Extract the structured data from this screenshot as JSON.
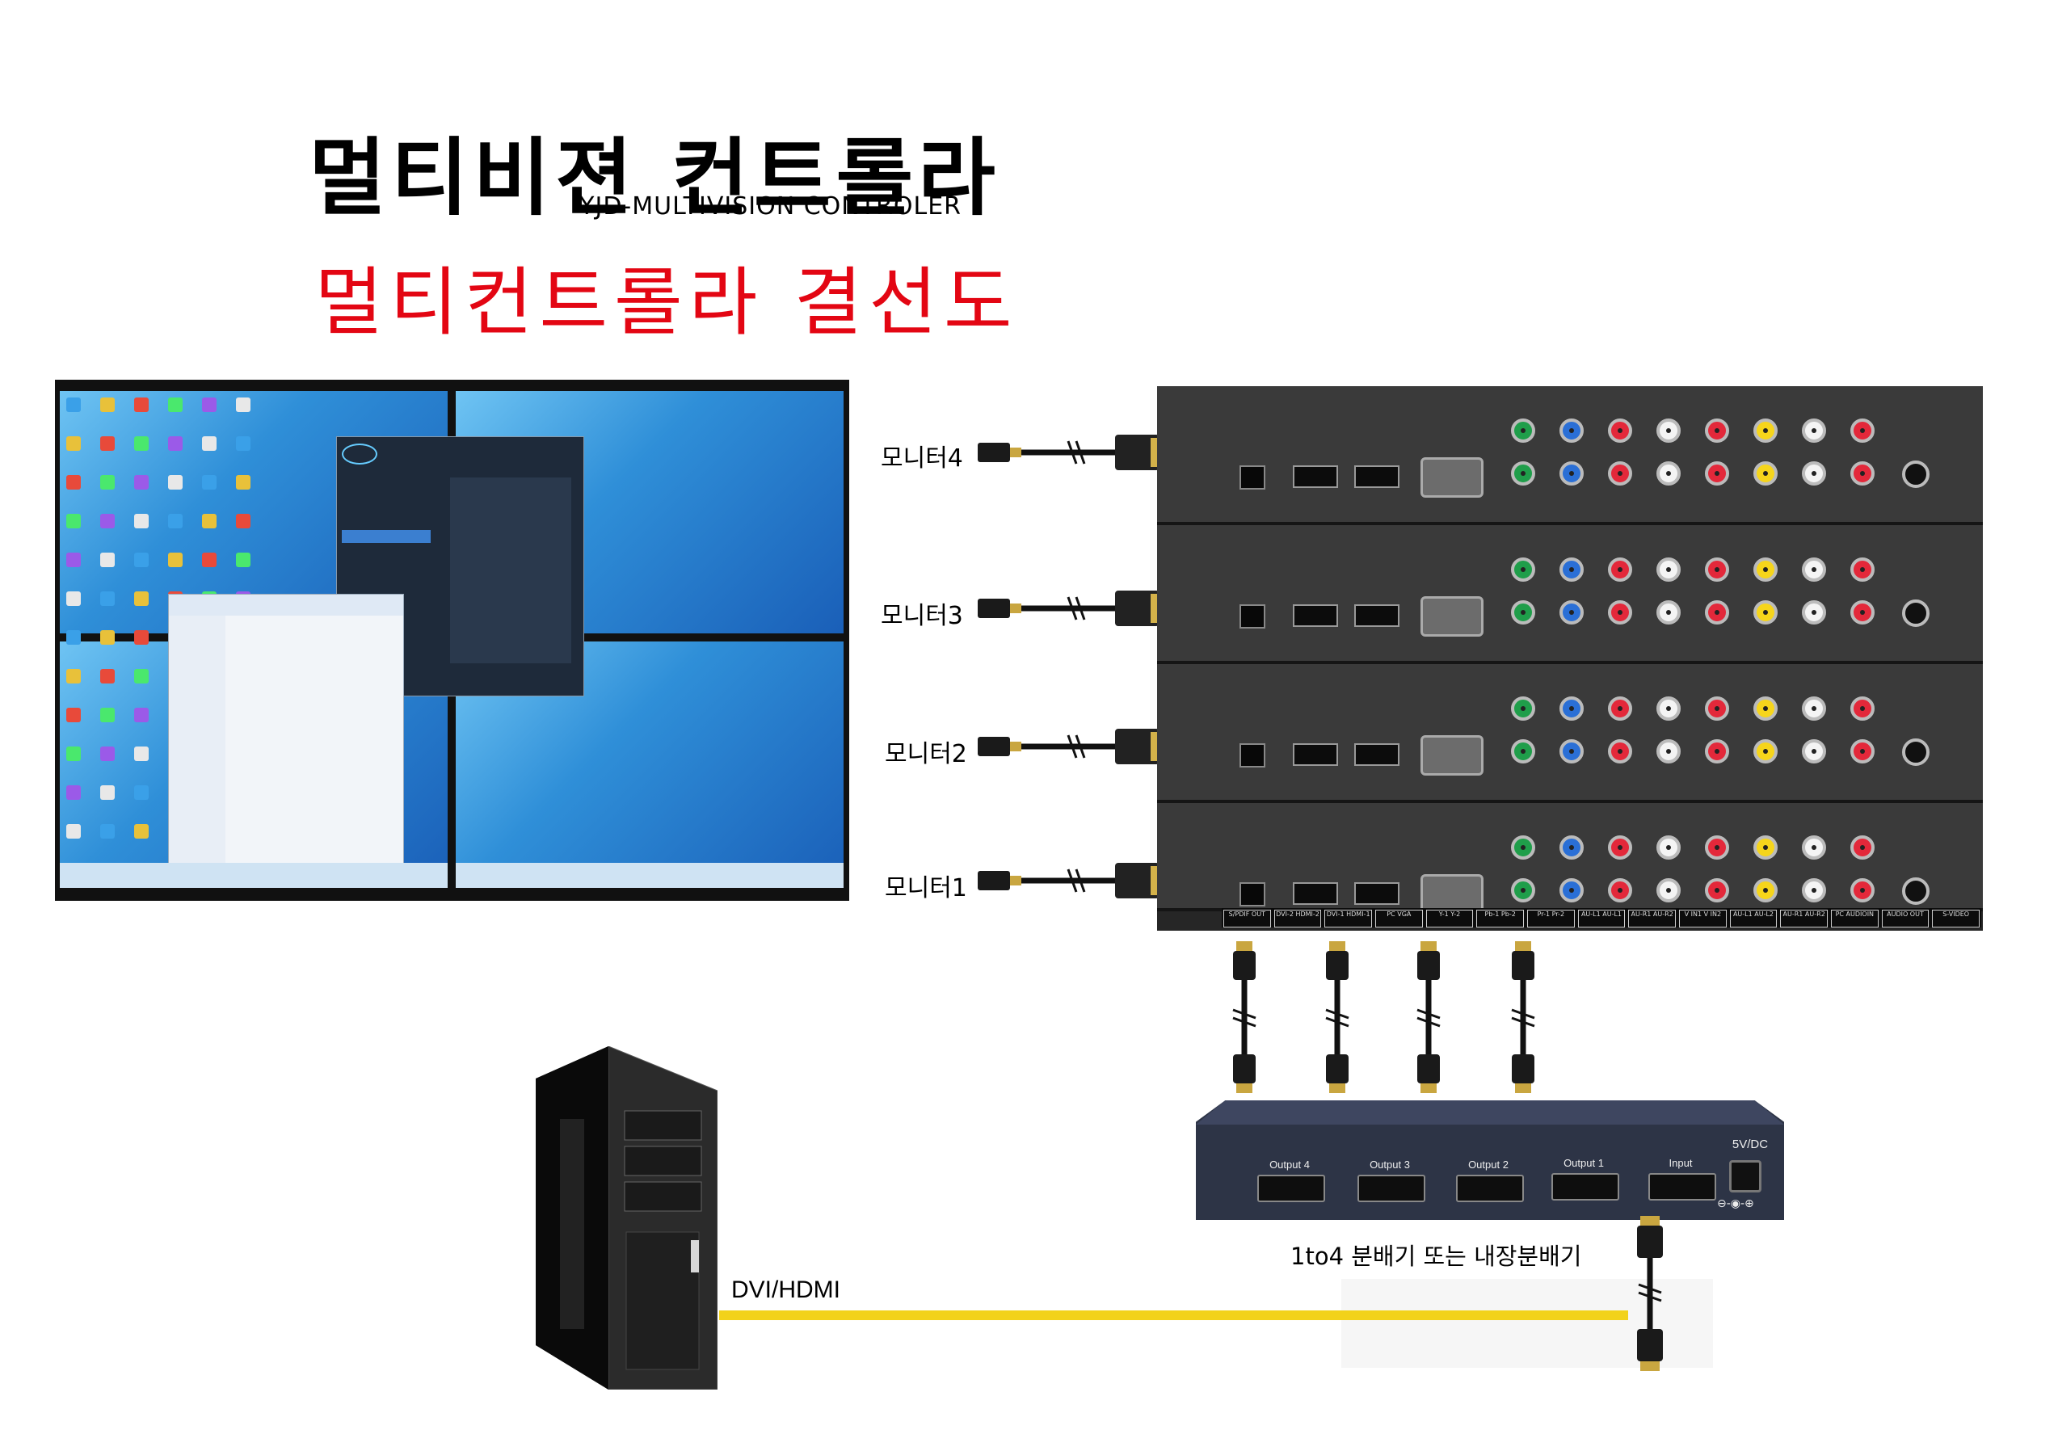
{
  "header": {
    "title_ko": "멀티비젼 컨트롤라",
    "title_en": "YJD-MULTIVISION CONTROLER",
    "wiring_title": "멀티컨트롤라 결선도"
  },
  "monitors": [
    {
      "label": "모니터4"
    },
    {
      "label": "모니터3"
    },
    {
      "label": "모니터2"
    },
    {
      "label": "모니터1"
    }
  ],
  "controller": {
    "port_labels": [
      "S/PDIF OUT",
      "DVI-2 HDMI-2",
      "DVI-1 HDMI-1",
      "PC VGA",
      "Y-1 Y-2",
      "Pb-1 Pb-2",
      "Pr-1 Pr-2",
      "AU-L1 AU-L1",
      "AU-R1 AU-R2",
      "V IN1 V IN2",
      "AU-L1 AU-L2",
      "AU-R1 AU-R2",
      "PC AUDIOIN",
      "AUDIO OUT",
      "S-VIDEO"
    ]
  },
  "splitter": {
    "ports": [
      "Output 4",
      "Output 3",
      "Output 2",
      "Output 1",
      "Input"
    ],
    "power_label": "5V/DC",
    "caption": "1to4 분배기 또는 내장분배기"
  },
  "pc": {
    "cable_label": "DVI/HDMI"
  },
  "colors": {
    "wiring_title": "#e30613",
    "cable": "#f2d21a",
    "rca_green": "#1f9e4a",
    "rca_blue": "#2a6fd6",
    "rca_red": "#e3283a",
    "rca_white": "#f4f4f4",
    "rca_yellow": "#f6d51b"
  }
}
